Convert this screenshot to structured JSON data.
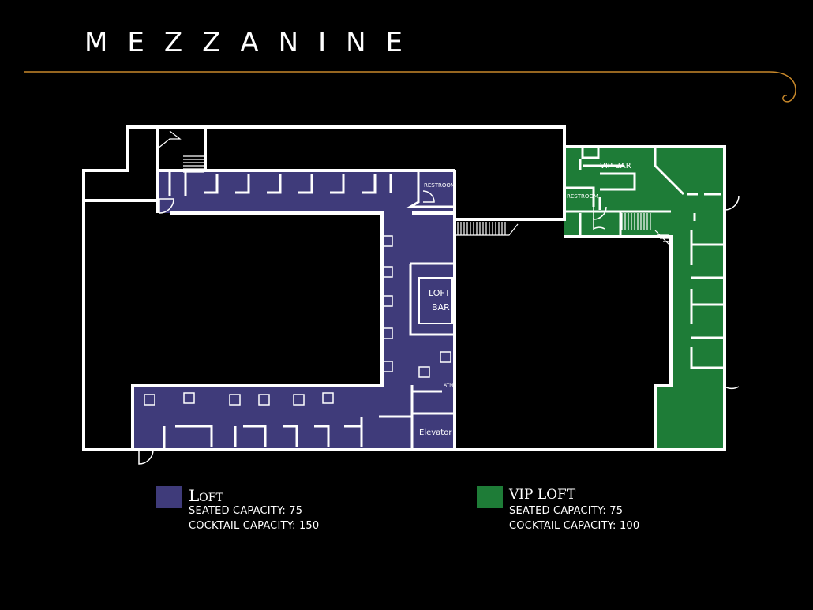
{
  "title": "MEZZANINE",
  "colors": {
    "background": "#000000",
    "loft": "#3f3b7a",
    "vip_loft": "#1e7c37",
    "walls": "#ffffff",
    "rule": "#c8882a"
  },
  "rooms": {
    "loft_restroom": "RESTROOM",
    "loft_bar_line1": "LOFT",
    "loft_bar_line2": "BAR",
    "atm": "ATM",
    "elevator": "Elevator",
    "vip_bar": "VIP BAR",
    "vip_restroom": "RESTROOM"
  },
  "legend": {
    "loft": {
      "name_initial": "L",
      "name_rest": "OFT",
      "seated": "SEATED CAPACITY: 75",
      "cocktail": "COCKTAIL CAPACITY: 150"
    },
    "vip_loft": {
      "name": "VIP LOFT",
      "seated": "SEATED CAPACITY: 75",
      "cocktail": "COCKTAIL CAPACITY: 100"
    }
  }
}
